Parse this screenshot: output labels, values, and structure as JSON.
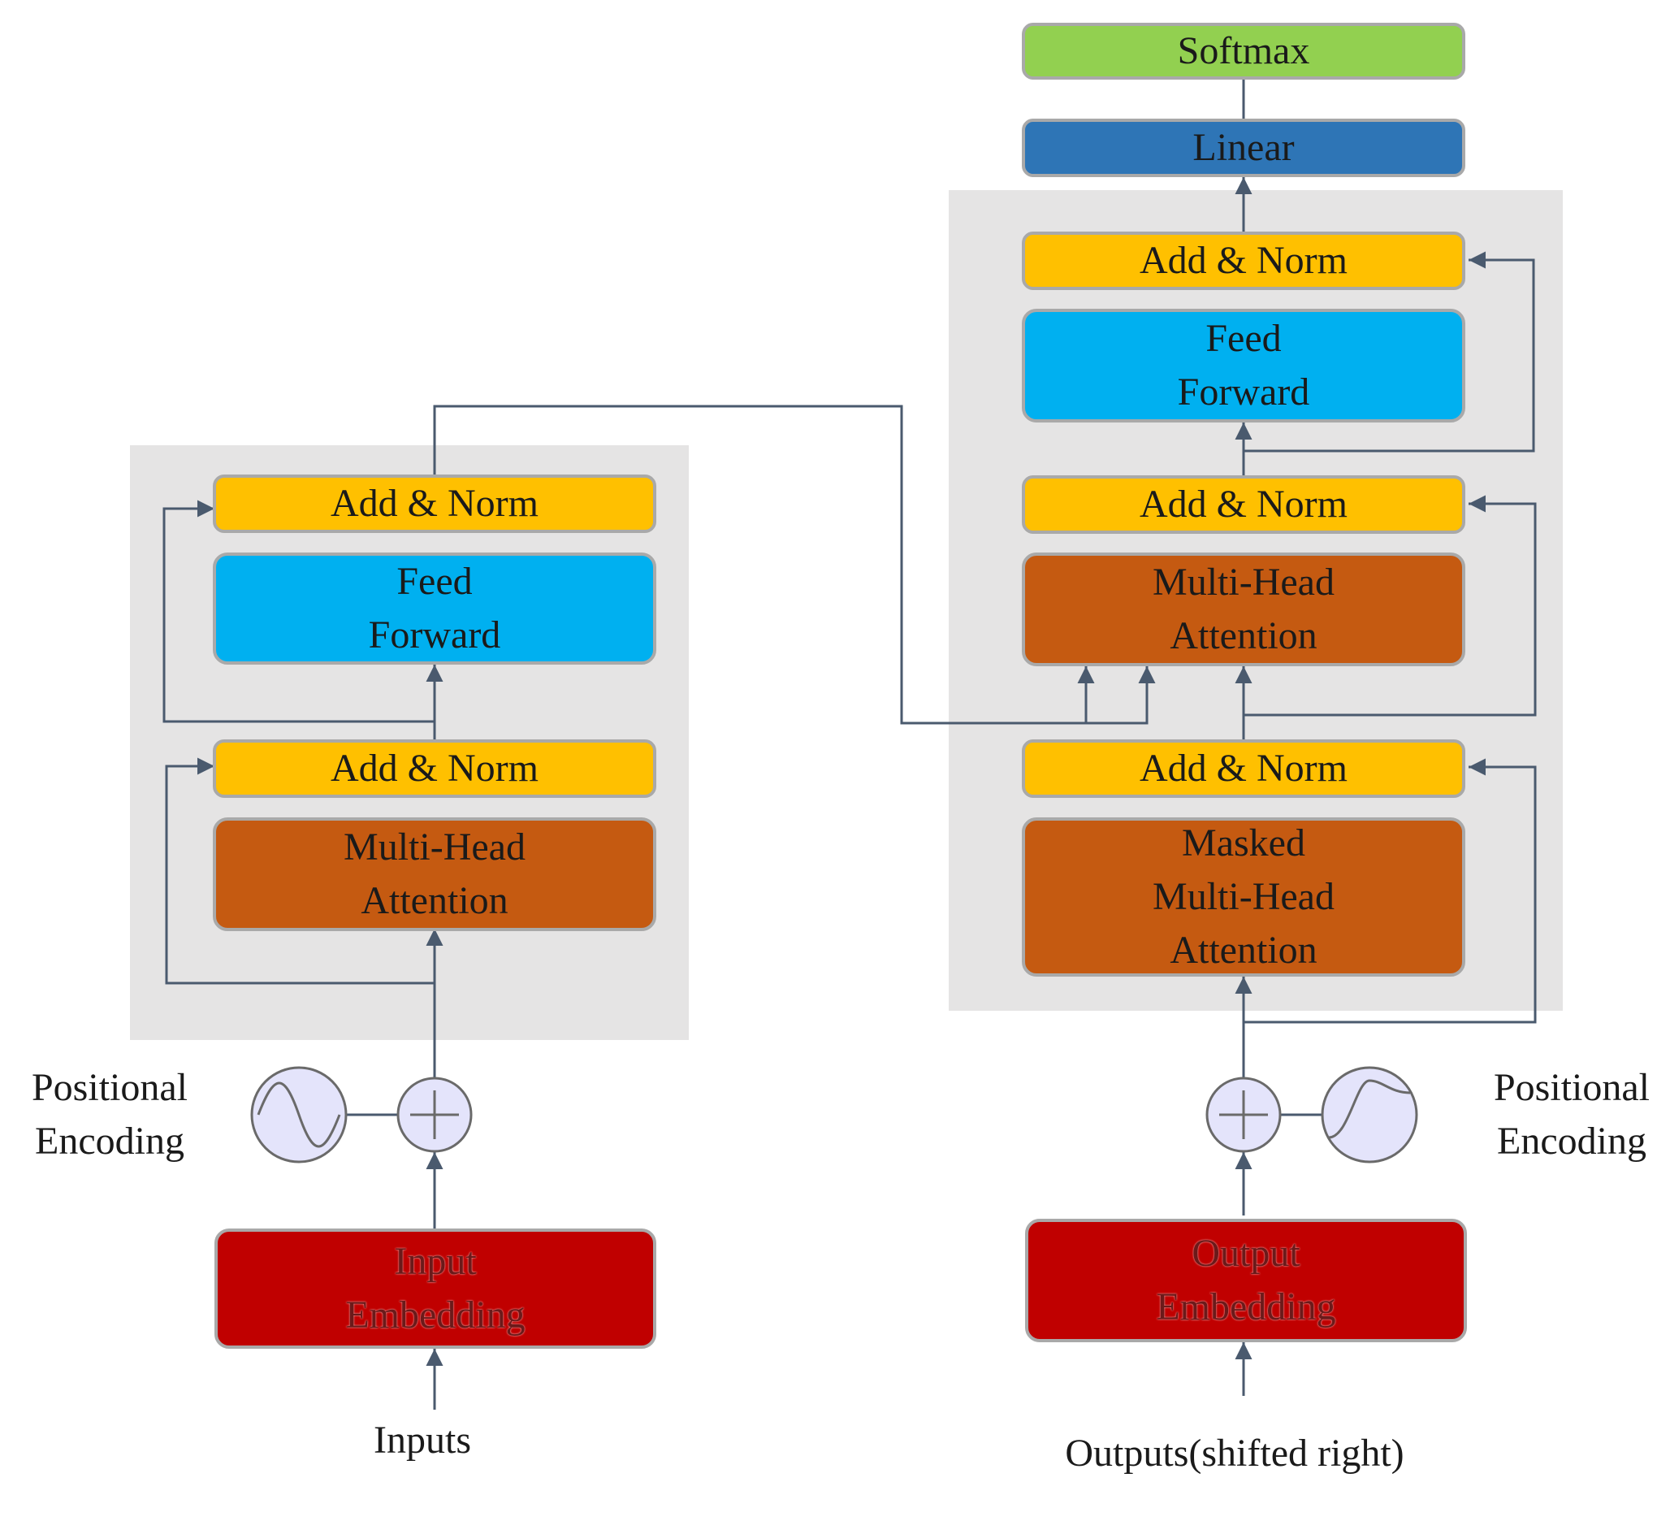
{
  "encoder": {
    "add_norm_top": "Add & Norm",
    "feed_forward": [
      "Feed",
      "Forward"
    ],
    "add_norm_bottom": "Add & Norm",
    "attention": [
      "Multi-Head",
      "Attention"
    ],
    "positional_encoding": [
      "Positional",
      "Encoding"
    ],
    "embedding": [
      "Input",
      "Embedding"
    ],
    "input_label": "Inputs"
  },
  "decoder": {
    "softmax": "Softmax",
    "linear": "Linear",
    "add_norm_top": "Add & Norm",
    "feed_forward": [
      "Feed",
      "Forward"
    ],
    "add_norm_mid": "Add & Norm",
    "attention": [
      "Multi-Head",
      "Attention"
    ],
    "add_norm_bottom": "Add & Norm",
    "masked_attention": [
      "Masked",
      "Multi-Head",
      "Attention"
    ],
    "positional_encoding": [
      "Positional",
      "Encoding"
    ],
    "embedding": [
      "Output",
      "Embedding"
    ],
    "output_label": "Outputs(shifted right)"
  },
  "colors": {
    "add_norm": "#ffc000",
    "feed_forward": "#00b0f0",
    "attention": "#c55a11",
    "embedding": "#c00000",
    "softmax": "#92d050",
    "linear": "#2e75b6",
    "panel": "#e5e4e4",
    "connector": "#4a5a6e",
    "encoding_circle": "#e4e4fb"
  }
}
